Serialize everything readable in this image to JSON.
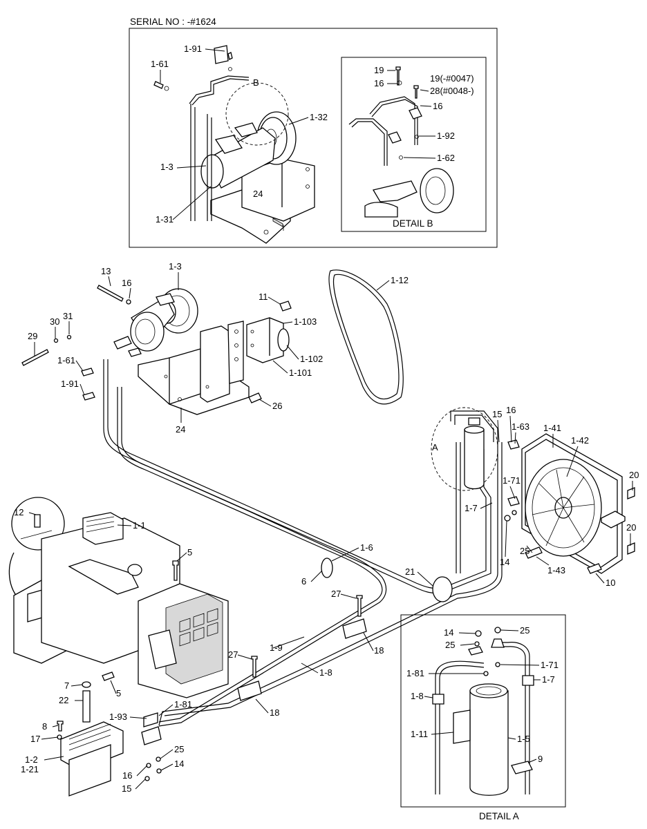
{
  "serial_title": "SERIAL NO : -#1624",
  "detail_b_title": "DETAIL B",
  "detail_a_title": "DETAIL A",
  "circle_b": "B",
  "circle_a": "A",
  "labels": {
    "inset": [
      "1-91",
      "1-61",
      "1-32",
      "1-3",
      "1-31",
      "24"
    ],
    "detail_b": [
      "19",
      "16",
      "19(-#0047)",
      "28(#0048-)",
      "16",
      "1-92",
      "1-62"
    ],
    "main": [
      "13",
      "16",
      "1-3",
      "11",
      "1-103",
      "1-102",
      "1-101",
      "30",
      "31",
      "29",
      "1-61",
      "1-91",
      "24",
      "26",
      "1-12",
      "15",
      "16",
      "1-63",
      "1-41",
      "1-42",
      "1-71",
      "1-7",
      "20",
      "20",
      "25",
      "1-43",
      "14",
      "10",
      "12",
      "1-1",
      "5",
      "1-6",
      "6",
      "27",
      "21",
      "1-9",
      "18",
      "1-8",
      "27",
      "18",
      "7",
      "5",
      "22",
      "1-93",
      "1-81",
      "8",
      "17",
      "1-2",
      "1-21",
      "25",
      "16",
      "14",
      "15"
    ],
    "detail_a": [
      "14",
      "25",
      "25",
      "1-71",
      "1-81",
      "1-7",
      "1-8",
      "1-11",
      "1-5",
      "9"
    ]
  }
}
